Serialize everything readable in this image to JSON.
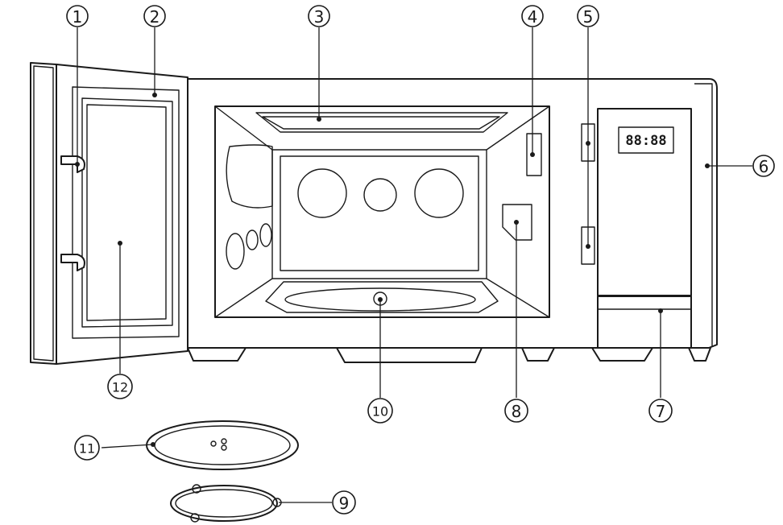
{
  "callouts": [
    {
      "id": "1",
      "label": "①"
    },
    {
      "id": "2",
      "label": "②"
    },
    {
      "id": "3",
      "label": "③"
    },
    {
      "id": "4",
      "label": "④"
    },
    {
      "id": "5",
      "label": "⑤"
    },
    {
      "id": "6",
      "label": "⑥"
    },
    {
      "id": "7",
      "label": "⑦"
    },
    {
      "id": "8",
      "label": "⑧"
    },
    {
      "id": "9",
      "label": "⑨"
    },
    {
      "id": "10",
      "label": "⑩"
    },
    {
      "id": "11",
      "label": "⑪"
    },
    {
      "id": "12",
      "label": "⑫"
    }
  ],
  "display": {
    "text": "88:88"
  }
}
